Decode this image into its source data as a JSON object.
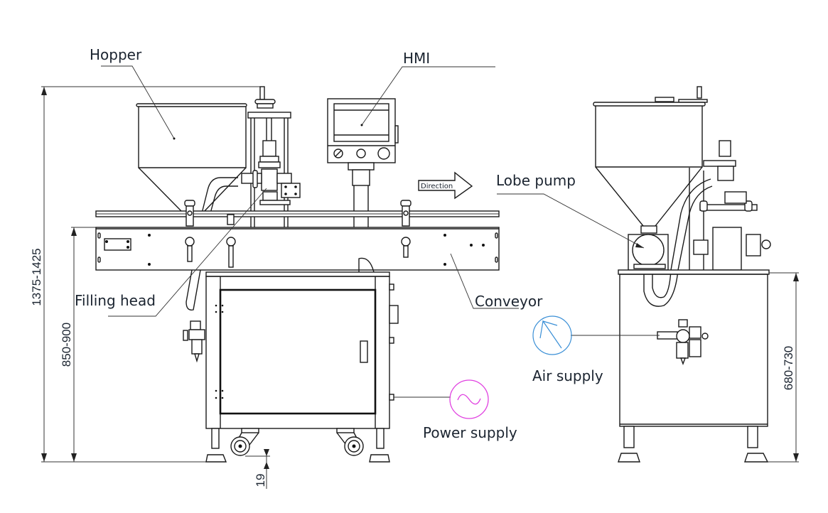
{
  "diagram": {
    "type": "technical-drawing",
    "subject": "Filling machine (front and side view)",
    "labels": {
      "hopper": "Hopper",
      "hmi": "HMI",
      "direction": "Direction",
      "lobe_pump": "Lobe pump",
      "filling_head": "Filling head",
      "conveyor": "Conveyor",
      "air_supply": "Air supply",
      "power_supply": "Power supply"
    },
    "dimensions": {
      "overall_height": "1375-1425",
      "conveyor_height": "850-900",
      "caster_clearance": "19",
      "side_cabinet_height": "680-730"
    },
    "colors": {
      "line": "#1a1a1a",
      "label_text": "#1b2430",
      "air_supply_symbol": "#3a8fd6",
      "power_supply_symbol": "#e040e0"
    }
  }
}
